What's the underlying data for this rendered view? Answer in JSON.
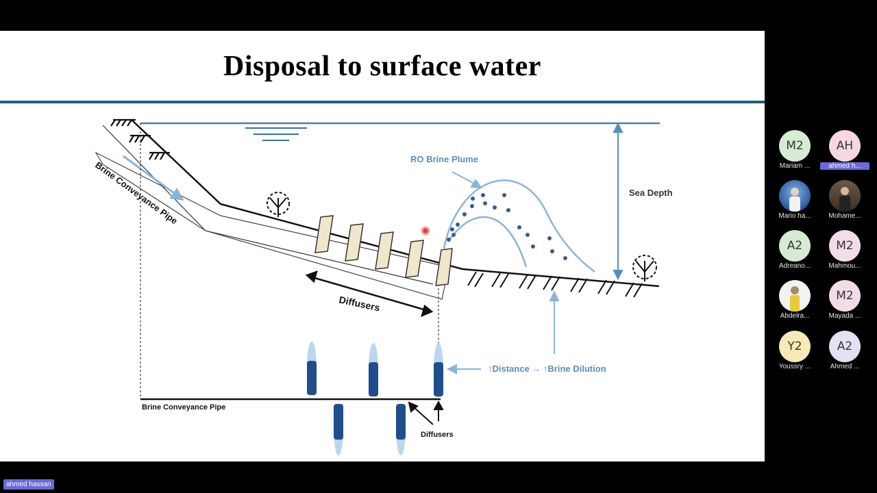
{
  "slide": {
    "title": "Disposal to surface water",
    "labels": {
      "pipe_diag": "Brine Conveyance Pipe",
      "plume": "RO Brine Plume",
      "sea_depth": "Sea Depth",
      "diffusers_top": "Diffusers",
      "distance": "↑Distance → ↑Brine Dilution",
      "pipe_plan": "Brine Conveyance Pipe",
      "diffusers_bottom": "Diffusers"
    }
  },
  "participants": [
    {
      "initials": "M2",
      "name": "Mariam ...",
      "color": "#d6ecd2"
    },
    {
      "initials": "AH",
      "name": "ahmed h...",
      "color": "#f6d7e3",
      "highlight": true
    },
    {
      "initials": "",
      "name": "Mario ha...",
      "color": "#2c5aa0",
      "photo": "photo-blue"
    },
    {
      "initials": "",
      "name": "Mohame...",
      "color": "#4a3a2c",
      "photo": "photo-dark"
    },
    {
      "initials": "A2",
      "name": "Adreano...",
      "color": "#d6ecd2"
    },
    {
      "initials": "M2",
      "name": "Mahmou...",
      "color": "#f3dcea"
    },
    {
      "initials": "",
      "name": "Abdelra...",
      "color": "#f2f2f2",
      "photo": "photo-light"
    },
    {
      "initials": "M2",
      "name": "Mayada ...",
      "color": "#f3dcea"
    },
    {
      "initials": "Y2",
      "name": "Youssry ...",
      "color": "#f7e9b8"
    },
    {
      "initials": "A2",
      "name": "Ahmed ...",
      "color": "#e4e1f3"
    }
  ],
  "self_name": "ahmed hassan",
  "colors": {
    "accent_rule": "#1f5f7a",
    "diagram_blue": "#8ab4d8",
    "diffuser_dark": "#1f4e8a",
    "name_highlight": "#6a6ad6"
  }
}
